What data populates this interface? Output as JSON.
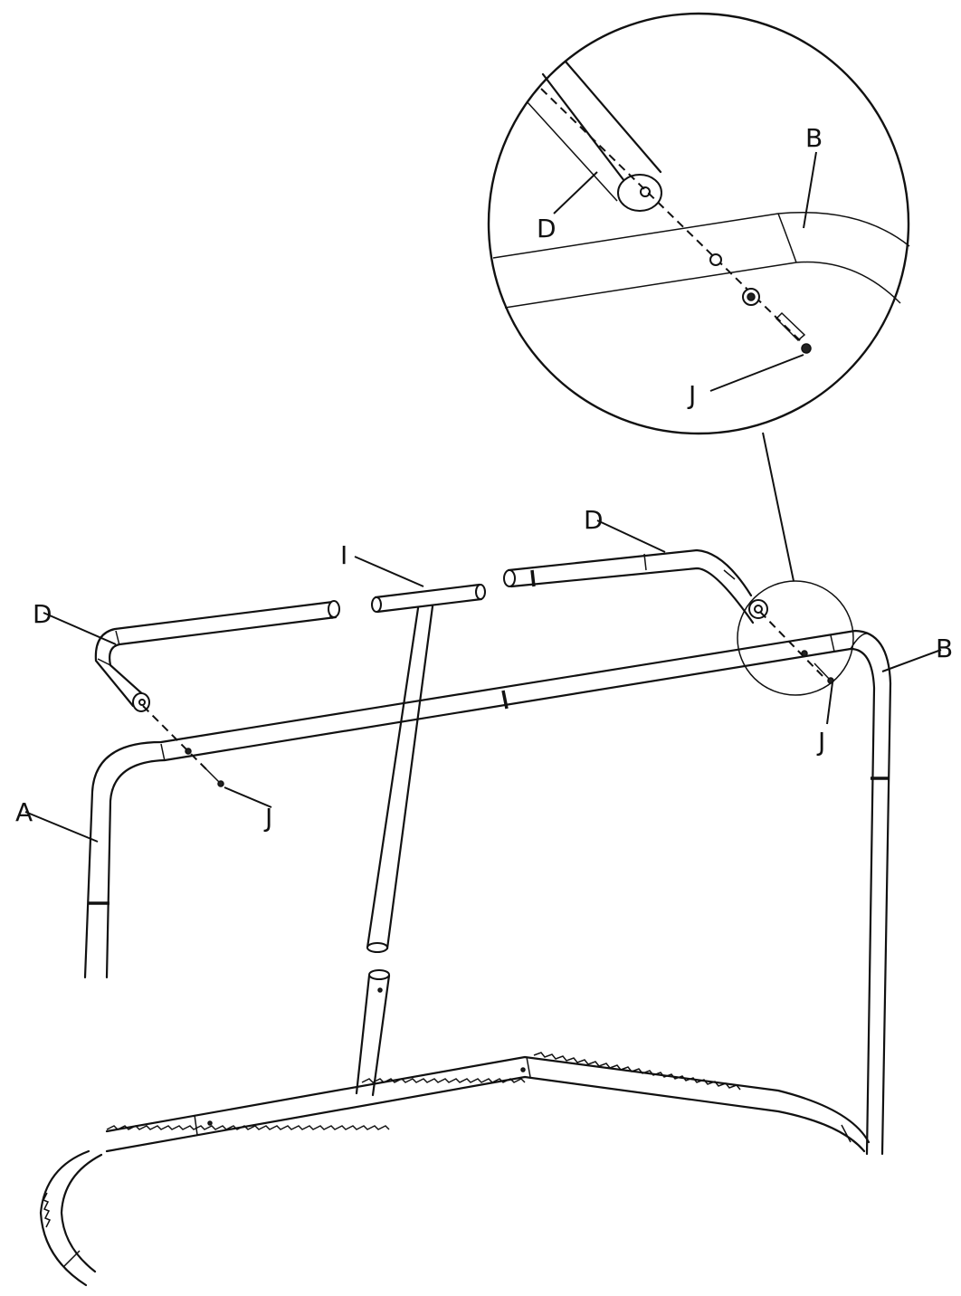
{
  "labels": {
    "part_a": "A",
    "part_b": "B",
    "part_b_detail": "B",
    "part_d_left": "D",
    "part_d_top": "D",
    "part_d_detail": "D",
    "part_i": "I",
    "part_j_left": "J",
    "part_j_right": "J",
    "part_j_detail": "J"
  },
  "colors": {
    "line": "#111111",
    "background": "#ffffff"
  }
}
